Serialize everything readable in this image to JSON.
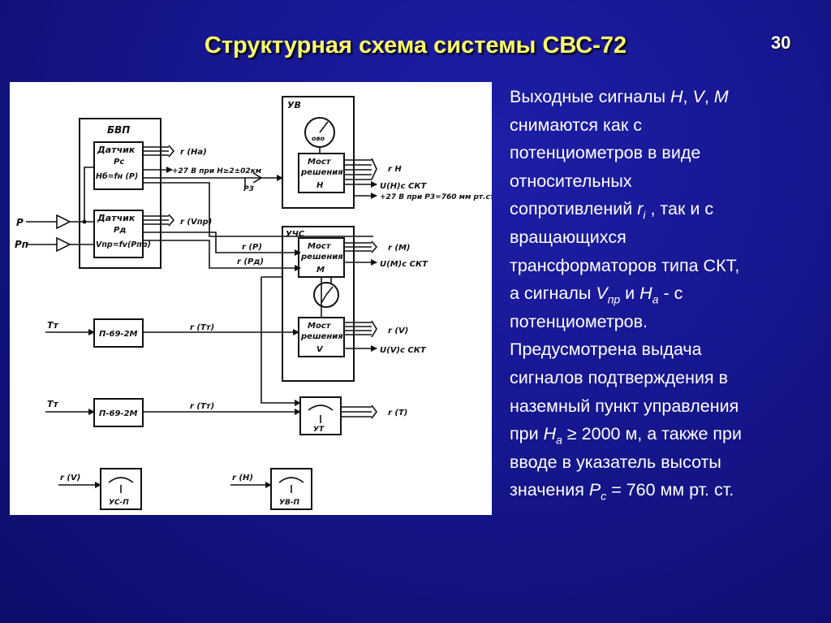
{
  "slide": {
    "title": "Структурная схема системы СВС-72",
    "number": "30"
  },
  "diagram": {
    "blocks": {
      "bvp": "БВП",
      "uv": "УВ",
      "uchs": "УЧС",
      "sensor": "Датчик",
      "sensor1_ps": "Pс",
      "sensor1_formula": "Hб=fн (P)",
      "sensor2_pd": "Pд",
      "sensor2_formula": "Vпр=fv(Pпр)",
      "bridge": "Мост",
      "decision": "решения",
      "bridge_h": "Н",
      "bridge_m": "М",
      "bridge_v": "V",
      "p69_1": "П-69-2М",
      "p69_2": "П-69-2М",
      "ut": "УТ",
      "usp": "УС-П",
      "uvp": "УВ-П",
      "gauge_uv": "ово"
    },
    "inputs": {
      "p": "Р",
      "pp": "Рп",
      "tt1": "Тт",
      "tt2": "Тт"
    },
    "signals": {
      "r_ha": "r (Hа)",
      "plus27_h": "+27 В при H≥2±02км",
      "p3": "Р3",
      "r_vpr": "r (Vпр)",
      "r_p": "r (Р)",
      "r_pd": "r (Рд)",
      "r_tt1": "r (Тт)",
      "r_tt2": "r (Тт)",
      "r_v_in": "r (V)",
      "r_h_in": "r (Н)"
    },
    "outputs": {
      "r_h": "r Н",
      "u_h": "U(Н)с СКТ",
      "plus27_p3": "+27 В при Р3=760 мм рт.ст.",
      "r_m": "r (М)",
      "u_m": "U(М)с СКТ",
      "r_v": "r (V)",
      "u_v": "U(V)с СКТ",
      "r_t": "r (Т)"
    }
  },
  "description": {
    "l1_a": "Выходные сигналы  ",
    "l1_h": "H",
    "l1_sep1": ", ",
    "l1_v": "V",
    "l1_sep2": ", ",
    "l1_m": "M",
    "l2": "снимаются как с",
    "l3": "потенциометров  в виде",
    "l4": "относительных",
    "l5_a": "сопротивлений  ",
    "l5_r": "r",
    "l5_i": "i",
    "l5_b": " , так и с",
    "l6": "вращающихся",
    "l7": "трансформаторов типа СКТ,",
    "l8_a": "а сигналы  ",
    "l8_v": "V",
    "l8_vsub": "пр",
    "l8_mid": "  и  ",
    "l8_h": "H",
    "l8_hsub": "a",
    "l8_b": "  - с",
    "l9": "потенциометров.",
    "l10": "Предусмотрена выдача",
    "l11": "сигналов подтверждения в",
    "l12": "наземный пункт управления",
    "l13_a": "при ",
    "l13_h": "H",
    "l13_hsub": "a",
    "l13_b": "  ≥ 2000 м, а также при",
    "l14": "вводе в указатель высоты",
    "l15_a": "значения  ",
    "l15_p": "P",
    "l15_psub": "c",
    "l15_b": "  = 760 мм рт. ст."
  }
}
